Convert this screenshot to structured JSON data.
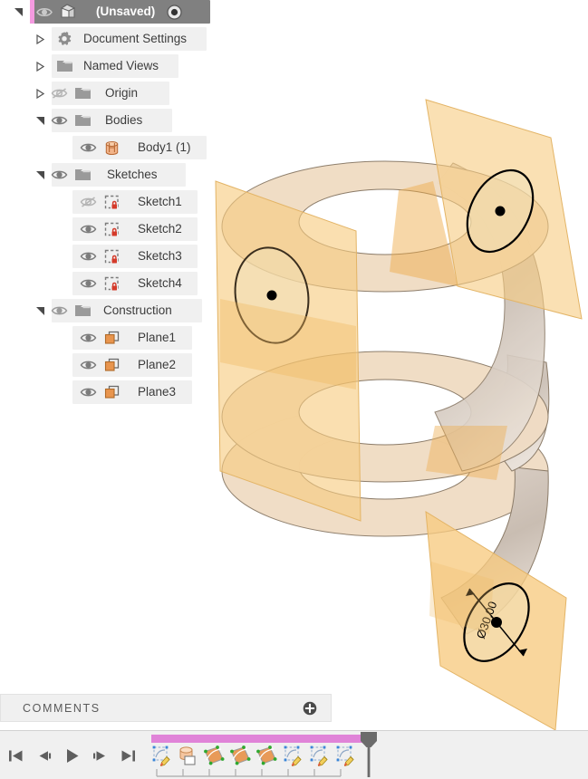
{
  "app": {
    "accent_pink": "#f49ae0",
    "selection_gray": "#808080",
    "row_bg": "#f0f0f0",
    "plane_orange": "#f5c87a",
    "body_tan": "#e8d5bc",
    "sketch_lock_red": "#d43a2a"
  },
  "browser": {
    "root": {
      "label": "(Unsaved)",
      "icon": "component-icon",
      "expander": "expanded",
      "visibility": "visible",
      "radio": "activated-radio-icon",
      "selected": true
    },
    "nodes": [
      {
        "label": "Document Settings",
        "icon": "gear-icon",
        "expander": "collapsed",
        "visibility": "none",
        "indent": 1
      },
      {
        "label": "Named Views",
        "icon": "folder-icon",
        "expander": "collapsed",
        "visibility": "none",
        "indent": 1
      },
      {
        "label": "Origin",
        "icon": "folder-icon",
        "expander": "collapsed",
        "visibility": "hidden",
        "indent": 1
      },
      {
        "label": "Bodies",
        "icon": "folder-icon",
        "expander": "expanded",
        "visibility": "visible",
        "indent": 1
      },
      {
        "label": "Body1 (1)",
        "icon": "body-icon",
        "expander": "none",
        "visibility": "visible",
        "indent": 2
      },
      {
        "label": "Sketches",
        "icon": "folder-icon",
        "expander": "expanded",
        "visibility": "visible",
        "indent": 1
      },
      {
        "label": "Sketch1",
        "icon": "sketch-icon",
        "expander": "none",
        "visibility": "hidden",
        "indent": 2
      },
      {
        "label": "Sketch2",
        "icon": "sketch-icon",
        "expander": "none",
        "visibility": "visible",
        "indent": 2
      },
      {
        "label": "Sketch3",
        "icon": "sketch-icon",
        "expander": "none",
        "visibility": "visible",
        "indent": 2
      },
      {
        "label": "Sketch4",
        "icon": "sketch-icon",
        "expander": "none",
        "visibility": "visible",
        "indent": 2
      },
      {
        "label": "Construction",
        "icon": "folder-icon",
        "expander": "expanded",
        "visibility": "visible",
        "indent": 1
      },
      {
        "label": "Plane1",
        "icon": "plane-icon",
        "expander": "none",
        "visibility": "visible",
        "indent": 2
      },
      {
        "label": "Plane2",
        "icon": "plane-icon",
        "expander": "none",
        "visibility": "visible",
        "indent": 2
      },
      {
        "label": "Plane3",
        "icon": "plane-icon",
        "expander": "none",
        "visibility": "visible",
        "indent": 2
      }
    ]
  },
  "comments": {
    "title": "COMMENTS",
    "add_icon": "add-comment-icon"
  },
  "timeline": {
    "playback": [
      {
        "name": "go-to-beginning-button",
        "icon": "skip-to-start-icon"
      },
      {
        "name": "step-backward-button",
        "icon": "step-back-icon"
      },
      {
        "name": "play-button",
        "icon": "play-icon"
      },
      {
        "name": "step-forward-button",
        "icon": "step-forward-icon"
      },
      {
        "name": "go-to-end-button",
        "icon": "skip-to-end-icon"
      }
    ],
    "features": [
      {
        "name": "timeline-feature-sketch1",
        "icon": "sketch-feature-icon",
        "tooltip": "Sketch1"
      },
      {
        "name": "timeline-feature-sweep",
        "icon": "sweep-feature-icon",
        "tooltip": "Sweep1"
      },
      {
        "name": "timeline-feature-plane1",
        "icon": "plane-feature-icon",
        "tooltip": "Plane1"
      },
      {
        "name": "timeline-feature-plane2",
        "icon": "plane-feature-icon",
        "tooltip": "Plane2"
      },
      {
        "name": "timeline-feature-plane3",
        "icon": "plane-feature-icon",
        "tooltip": "Plane3"
      },
      {
        "name": "timeline-feature-sketch2",
        "icon": "sketch-feature-icon",
        "tooltip": "Sketch2"
      },
      {
        "name": "timeline-feature-sketch3",
        "icon": "sketch-feature-icon",
        "tooltip": "Sketch3"
      },
      {
        "name": "timeline-feature-sketch4",
        "icon": "sketch-feature-icon",
        "tooltip": "Sketch4"
      }
    ],
    "marker": "end-of-timeline-marker",
    "progress_color": "#e083d8"
  },
  "viewport": {
    "model": "helical-ribbon-surface",
    "dimension_label": "Ø30.00",
    "sketch_planes": 3,
    "sketch_circles": 3,
    "colors": {
      "ribbon_top": "#f0dcc4",
      "ribbon_under": "#d8cfc6",
      "plane_fill": "#f7cb80",
      "edge": "#6b5a45",
      "point": "#000000"
    }
  }
}
